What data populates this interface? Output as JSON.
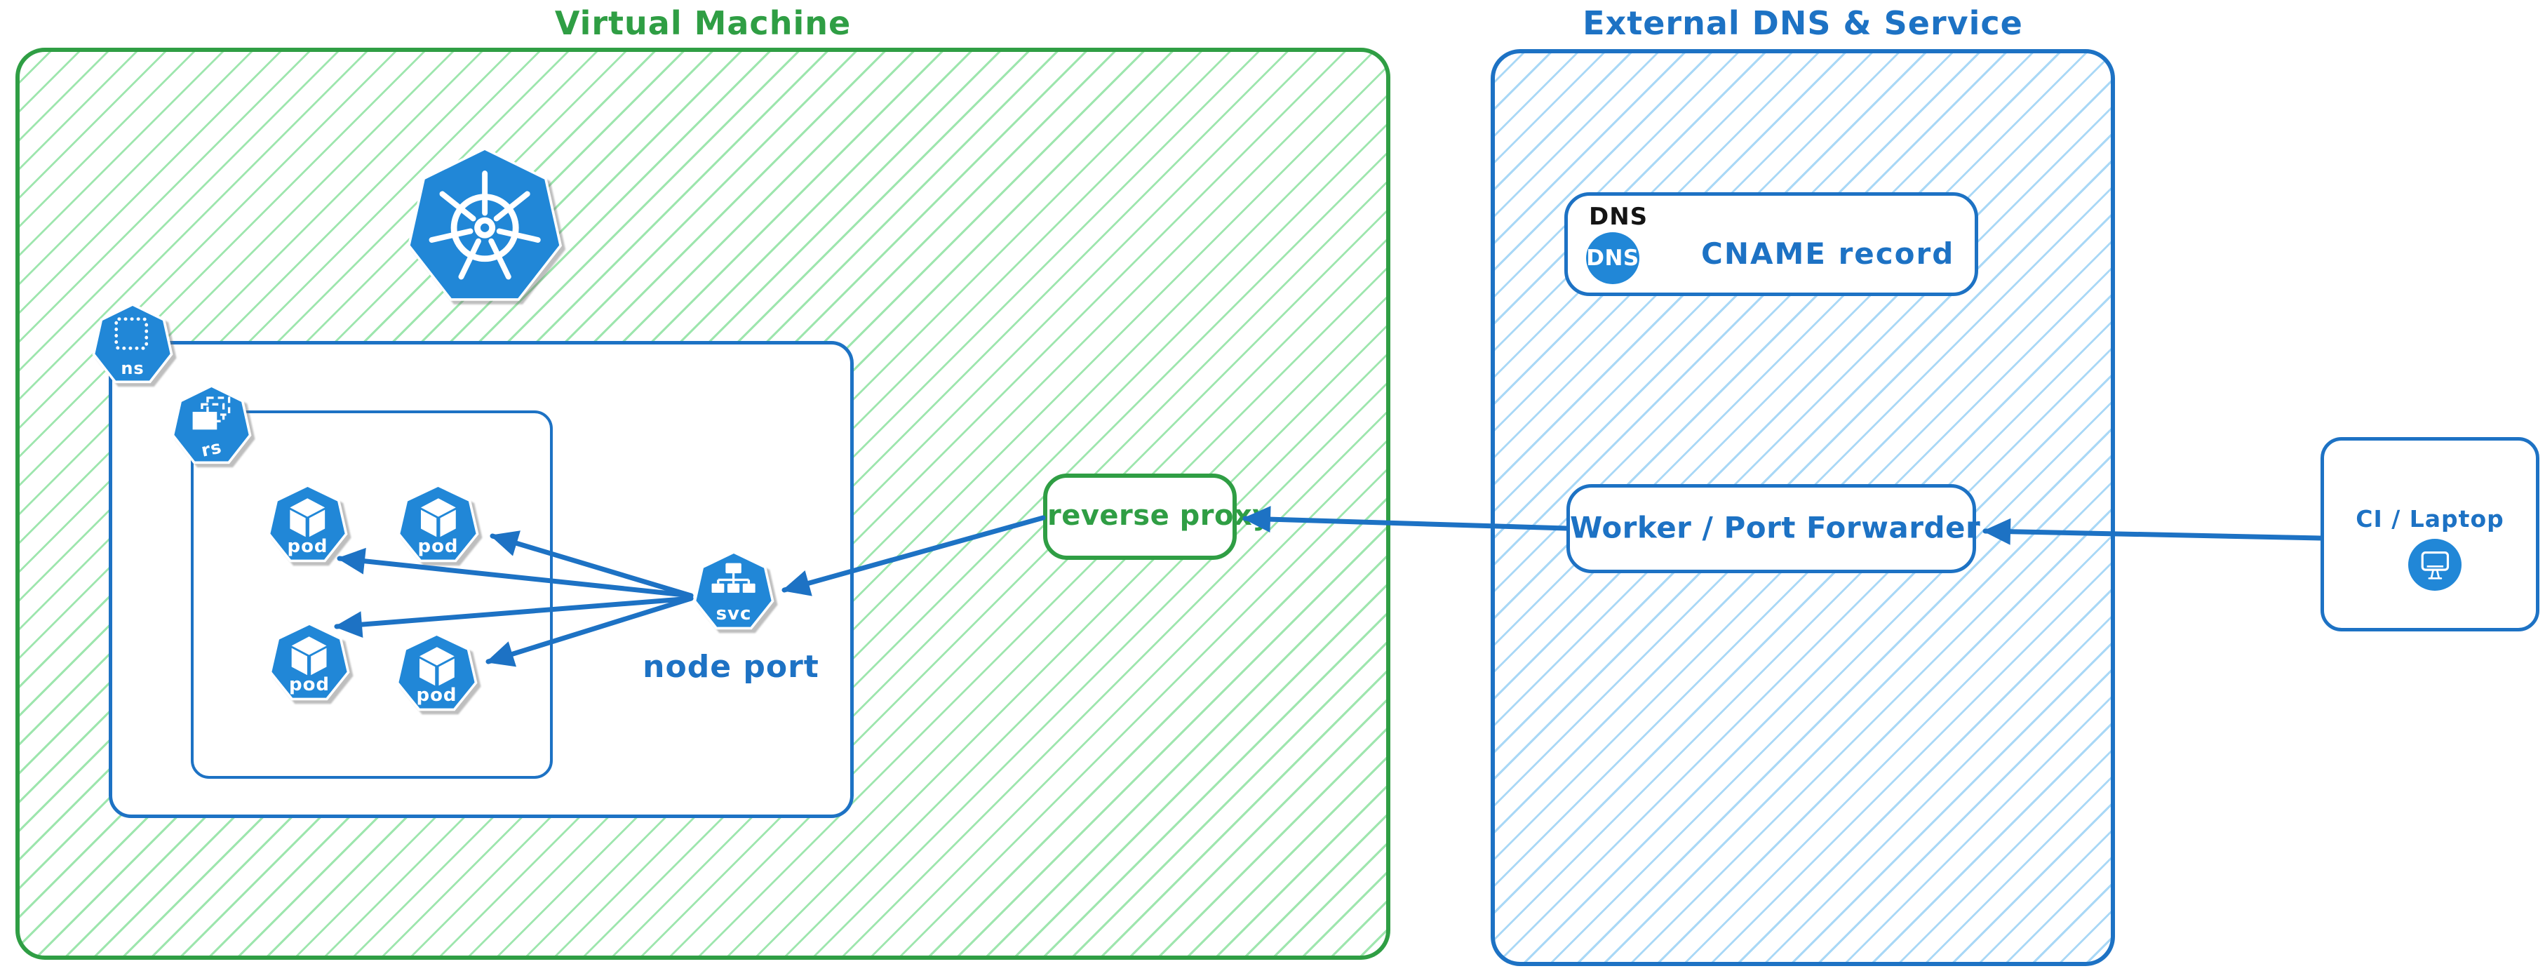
{
  "vm": {
    "title": "Virtual Machine",
    "reverse_proxy_label": "reverse proxy",
    "node_port_label": "node port"
  },
  "external": {
    "title": "External DNS & Service",
    "dns_tag": "DNS",
    "dns_icon_label": "DNS",
    "cname_label": "CNAME record",
    "worker_label": "Worker / Port Forwarder"
  },
  "ci": {
    "label": "CI / Laptop"
  },
  "k8s": {
    "ns": "ns",
    "rs": "rs",
    "pod": "pod",
    "svc": "svc"
  },
  "colors": {
    "green_stroke": "#2f9e44",
    "green_hatch": "#9ee6ae",
    "blue_stroke": "#1d72c4",
    "blue_hatch": "#a9d8f6",
    "icon_blue": "#2187d7",
    "text_black": "#141414",
    "white": "#ffffff"
  },
  "arrows": {
    "direction": "right-to-left",
    "connections": [
      "CI / Laptop -> Worker / Port Forwarder",
      "Worker / Port Forwarder -> reverse proxy",
      "reverse proxy -> svc node port",
      "svc -> pod (x4)"
    ]
  }
}
